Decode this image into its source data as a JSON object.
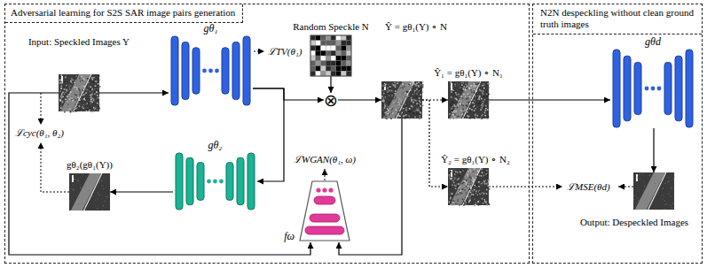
{
  "diagram": {
    "nodes": [
      {
        "text": [
          "Adversarial learning for S2S SAR image pairs generation"
        ]
      },
      {
        "text": [
          "N2N despeckling without clean ground truth images"
        ]
      },
      {
        "text": [
          "Input: Speckled Images Y"
        ],
        "in": 0
      },
      {
        "text": [
          "gθ₁"
        ],
        "in": 0
      },
      {
        "text": [
          "Random Speckle N"
        ],
        "in": 0
      },
      {
        "text": [
          "⊗"
        ],
        "in": 0
      },
      {
        "text": [
          "Ŷ = gθ₁(Y) ∘ N"
        ],
        "in": 0
      },
      {
        "text": [
          "Ŷ₁ = gθ₁(Y) ∘ N₁"
        ],
        "in": 0
      },
      {
        "text": [
          "Ŷ₂ = gθ₁(Y) ∘ N₂"
        ],
        "in": 0
      },
      {
        "text": [
          "gθ₂"
        ],
        "in": 0
      },
      {
        "text": [
          "gθ₂(gθ₁(Y))"
        ],
        "in": 0
      },
      {
        "text": [
          "fω"
        ],
        "in": 0
      },
      {
        "text": [
          "gθd"
        ],
        "in": 1
      },
      {
        "text": [
          "Output: Despeckled Images"
        ],
        "in": 1
      }
    ],
    "edges": [
      {
        "from": 2,
        "to": 3,
        "arrow": "to"
      },
      {
        "from": 3,
        "to": 5,
        "arrow": "to"
      },
      {
        "from": 3,
        "to": 9,
        "arrow": "to"
      },
      {
        "from": 4,
        "to": 5,
        "arrow": "to"
      },
      {
        "from": 5,
        "to": 6,
        "arrow": "to"
      },
      {
        "from": 6,
        "to": 7,
        "arrow": "to"
      },
      {
        "from": 6,
        "to": 8,
        "arrow": "to"
      },
      {
        "from": 7,
        "to": 12,
        "arrow": "to"
      },
      {
        "from": 12,
        "to": 13,
        "arrow": "to"
      },
      {
        "from": 9,
        "to": 10,
        "arrow": "to"
      },
      {
        "from": 2,
        "to": 11,
        "arrow": "to"
      },
      {
        "from": 6,
        "to": 11,
        "arrow": "to"
      }
    ],
    "labels": [
      "ℒTV(θ₁)",
      "ℒcyc(θ₁, θ₂)",
      "ℒWGAN(θ₁, ω)",
      "ℒMSE(θd)"
    ]
  }
}
